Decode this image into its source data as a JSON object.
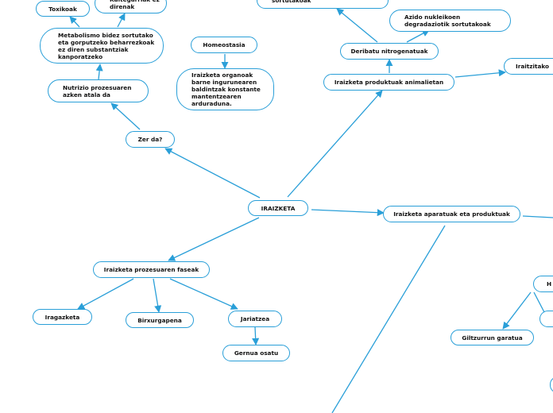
{
  "colors": {
    "edge": "#2a9fd8",
    "node_border": "#2a9fd8",
    "text": "#111111"
  },
  "nodes": {
    "root": "IRAIZKETA",
    "zer_da": "Zer da?",
    "nutrizio": "Nutrizio prozesuaren azken atala da",
    "metabolismo": "Metabolismo bidez sortutako eta gorputzeko beharrezkoak ez diren substantziak kanporatzeko",
    "toxikoak": "Toxikoak",
    "kaltegarriak": "Kaltegarriak ez direnak",
    "homeostasia": "Homeostasia",
    "homeostasia_def": "Iraizketa organoak barne ingurunearen baldintzak konstante mantentzearen arduraduna.",
    "sortutakoak": "sortutakoak",
    "azido_nukleikoen": "Azido nukleikoen degradaziotik sortutakoak",
    "deribatu": "Deribatu nitrogenatuak",
    "produktuak_animalietan": "Iraizketa produktuak animalietan",
    "iraitzitako": "Iraitzitako",
    "aparatuak": "Iraizketa aparatuak eta produktuak",
    "faseak": "Iraizketa prozesuaren faseak",
    "iragazketa": "Iragazketa",
    "birxurgapena": "Birxurgapena",
    "jariatzea": "Jariatzea",
    "gernua": "Gernua osatu",
    "giltzurrun": "Giltzurrun garatua",
    "h_cut": "H"
  }
}
